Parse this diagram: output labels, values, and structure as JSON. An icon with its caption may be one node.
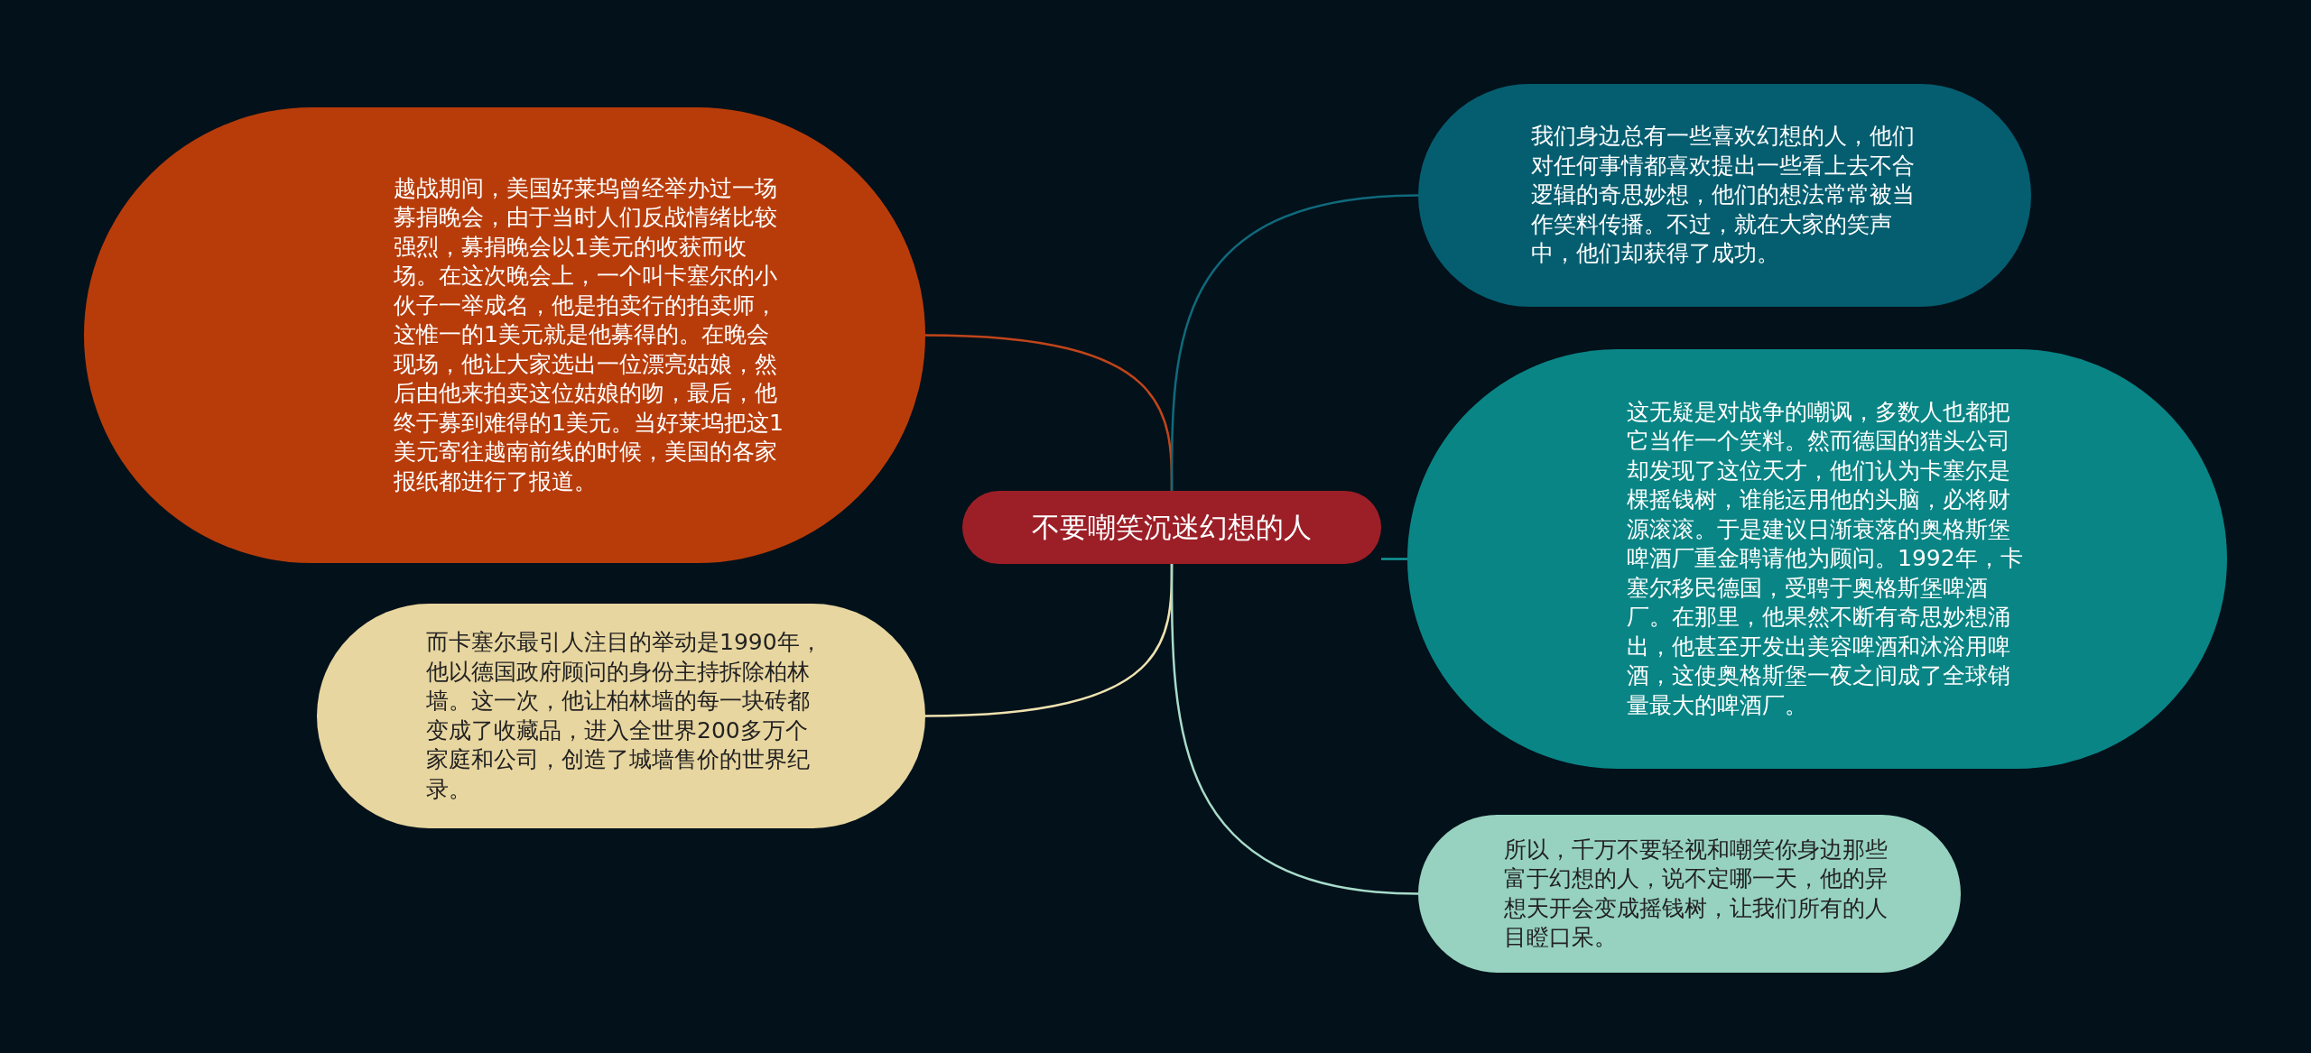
{
  "diagram": {
    "nodes": [
      {
        "text": [
          "不要嘲笑沉迷幻想的人"
        ]
      },
      {
        "text": [
          "越战期间，美国好莱坞曾经举办过一场募捐晚会，由于当时人们反战情绪比较强烈，募捐晚会以1美元的收获而收场。在这次晚会上，一个叫卡塞尔的小伙子一举成名，他是拍卖行的拍卖师，这惟一的1美元就是他募得的。在晚会现场，他让大家选出一位漂亮姑娘，然后由他来拍卖这位姑娘的吻，最后，他终于募到难得的1美元。当好莱坞把这1美元寄往越南前线的时候，美国的各家报纸都进行了报道。"
        ]
      },
      {
        "text": [
          "而卡塞尔最引人注目的举动是1990年，他以德国政府顾问的身份主持拆除柏林墙。这一次，他让柏林墙的每一块砖都变成了收藏品，进入全世界200多万个家庭和公司，创造了城墙售价的世界纪录。"
        ]
      },
      {
        "text": [
          "我们身边总有一些喜欢幻想的人，他们对任何事情都喜欢提出一些看上去不合逻辑的奇思妙想，他们的想法常常被当作笑料传播。不过，就在大家的笑声中，他们却获得了成功。"
        ]
      },
      {
        "text": [
          "这无疑是对战争的嘲讽，多数人也都把它当作一个笑料。然而德国的猎头公司却发现了这位天才，他们认为卡塞尔是棵摇钱树，谁能运用他的头脑，必将财源滚滚。于是建议日渐衰落的奥格斯堡啤酒厂重金聘请他为顾问。1992年，卡塞尔移民德国，受聘于奥格斯堡啤酒厂。在那里，他果然不断有奇思妙想涌出，他甚至开发出美容啤酒和沐浴用啤酒，这使奥格斯堡一夜之间成了全球销量最大的啤酒厂。"
        ]
      },
      {
        "text": [
          "所以，千万不要轻视和嘲笑你身边那些富于幻想的人，说不定哪一天，他的异想天开会变成摇钱树，让我们所有的人目瞪口呆。"
        ]
      }
    ],
    "edges": [
      {
        "from": 0,
        "to": 1,
        "arrow": "none",
        "color": "#c0451a"
      },
      {
        "from": 0,
        "to": 2,
        "arrow": "none",
        "color": "#efe2b0"
      },
      {
        "from": 0,
        "to": 3,
        "arrow": "none",
        "color": "#0f6a7c"
      },
      {
        "from": 0,
        "to": 4,
        "arrow": "none",
        "color": "#13999a"
      },
      {
        "from": 0,
        "to": 5,
        "arrow": "none",
        "color": "#a8dcca"
      }
    ]
  }
}
